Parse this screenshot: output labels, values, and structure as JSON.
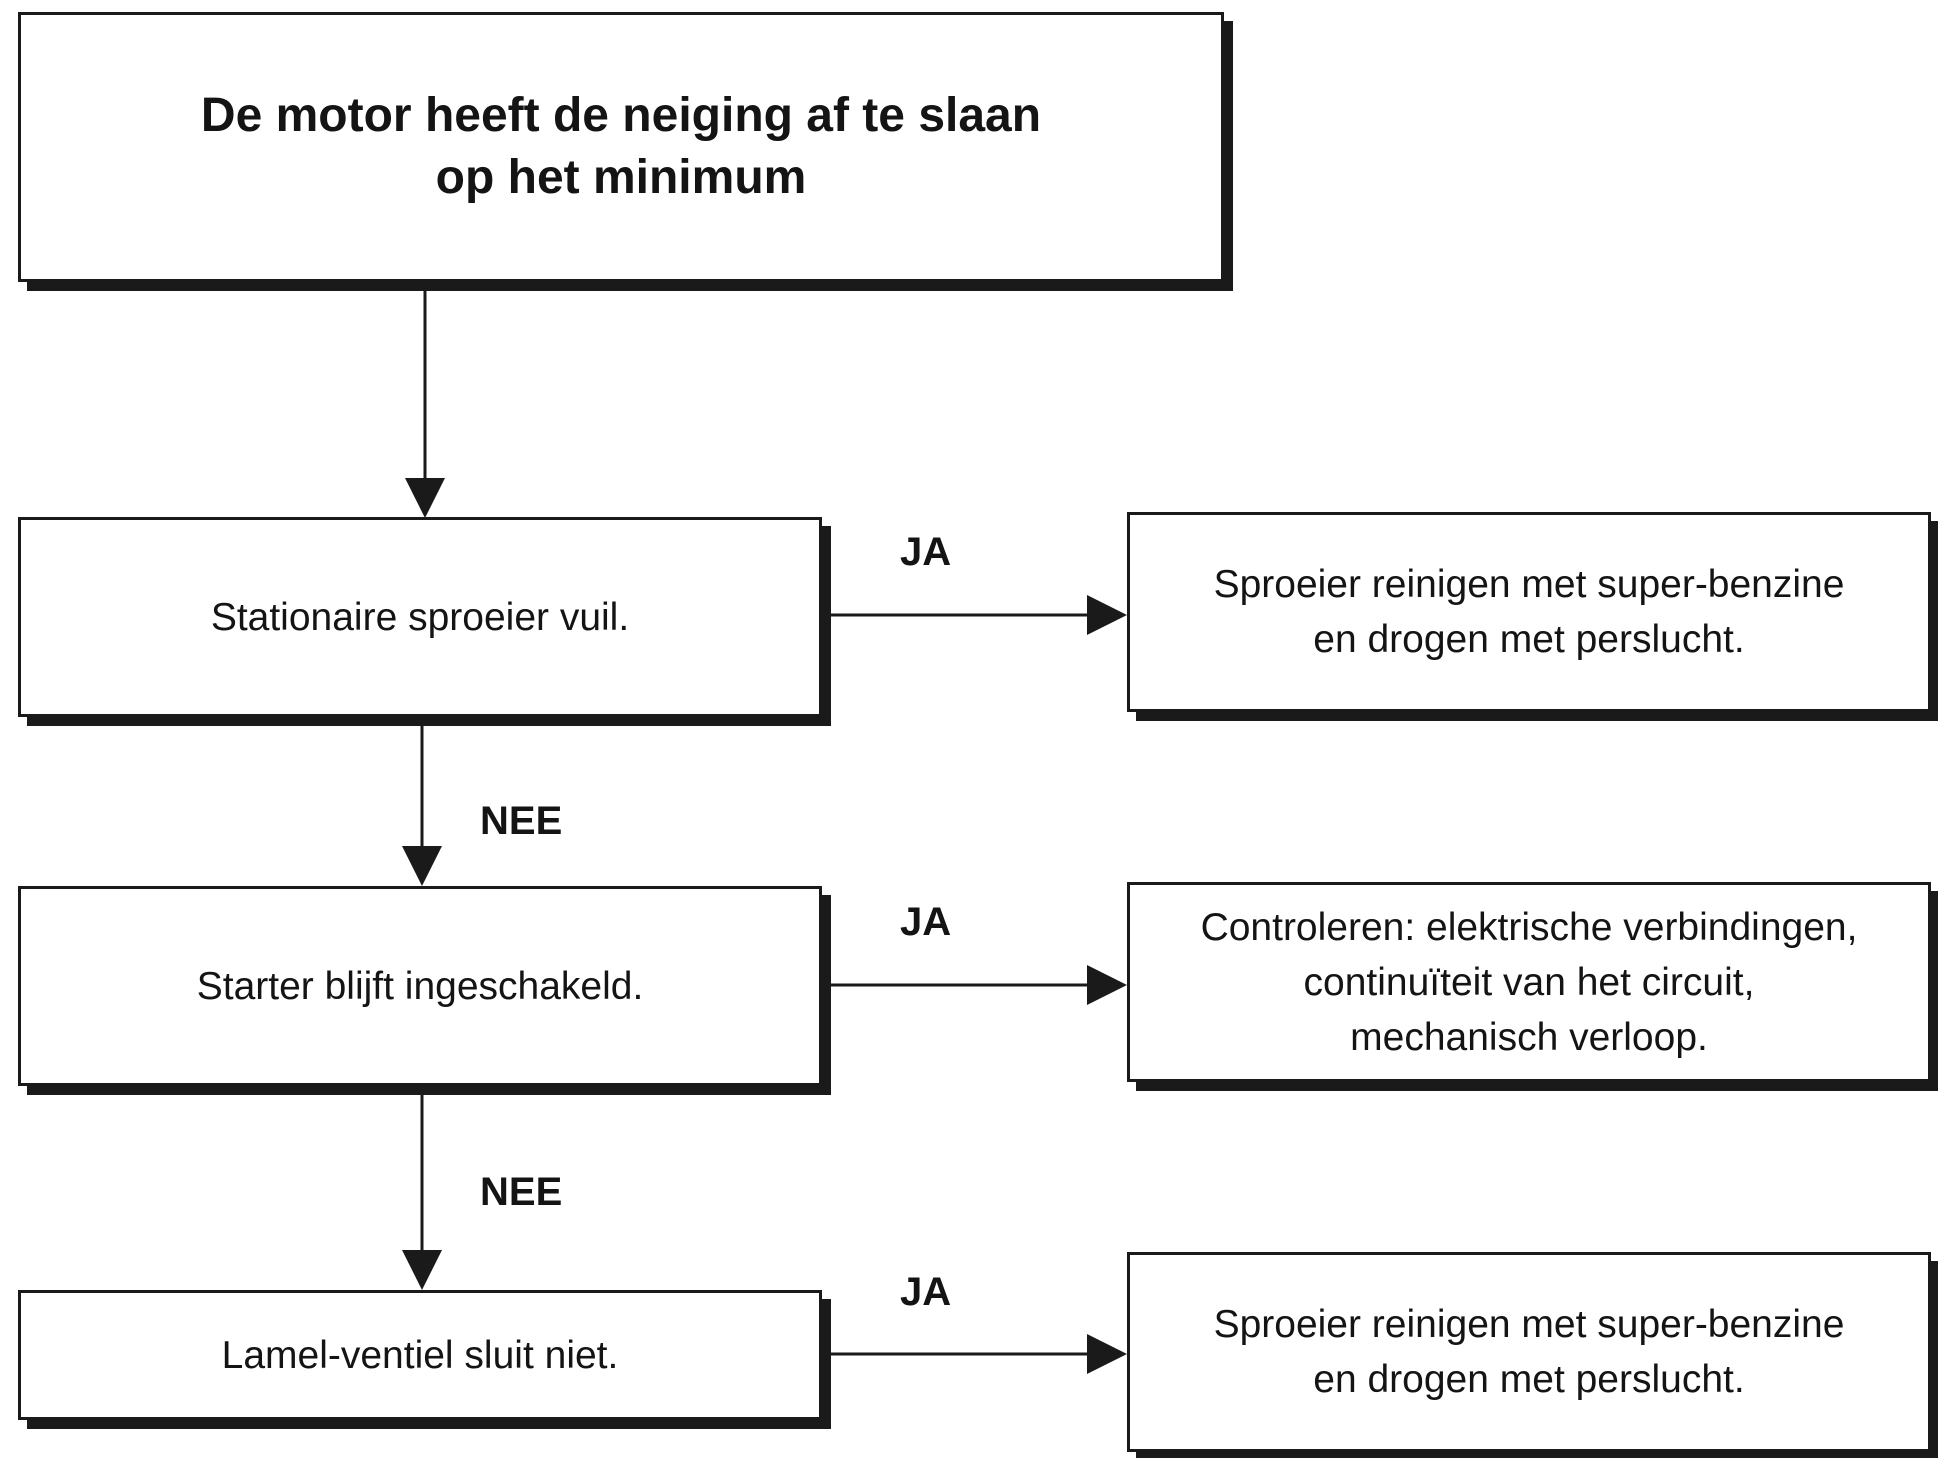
{
  "diagram": {
    "title": "De motor heeft de neiging af te slaan\nop het minimum",
    "checks": [
      "Stationaire sproeier vuil.",
      "Starter blijft ingeschakeld.",
      "Lamel-ventiel sluit niet."
    ],
    "actions": [
      "Sproeier reinigen met super-benzine\nen drogen met perslucht.",
      "Controleren: elektrische verbindingen,\ncontinuïteit van het circuit,\nmechanisch verloop.",
      "Sproeier reinigen met super-benzine\nen drogen met perslucht."
    ],
    "labels": {
      "yes": "JA",
      "no": "NEE"
    }
  }
}
